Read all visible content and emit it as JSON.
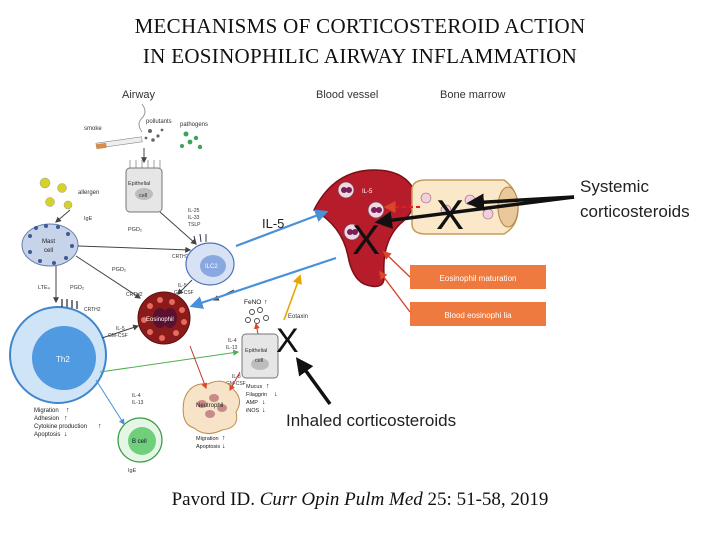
{
  "title": {
    "line1": "MECHANISMS OF CORTICOSTEROID ACTION",
    "line2": "IN EOSINOPHILIC AIRWAY INFLAMMATION"
  },
  "diagram": {
    "regions": {
      "airway": "Airway",
      "blood_vessel": "Blood vessel",
      "bone_marrow": "Bone marrow"
    },
    "triggers": {
      "smoke": "smoke",
      "pollutants": "pollutants",
      "pathogens": "pathogens",
      "allergen": "allergen"
    },
    "cells": {
      "epithelial_top": [
        "Epithelial",
        "cell"
      ],
      "mast": [
        "Mast",
        "cell"
      ],
      "ilc2": "ILC2",
      "eosinophil": "Eosinophil",
      "th2": "Th2",
      "epithelial_bottom": [
        "Epithelial",
        "cell"
      ],
      "neutrophil": "Neutrophil",
      "bcell": "B cell"
    },
    "mediators": {
      "ige": "IgE",
      "il25_group": [
        "IL-25",
        "IL-33",
        "TSLP"
      ],
      "pgd2_a": "PGD₂",
      "pgd2_b": "PGD₂",
      "pgd2_c": "PGD₂",
      "ltc4": "LTE₄",
      "crth2_a": "CRTH2",
      "crth2_b": "CRTH2",
      "crth2_c": "CRTH2",
      "il5_gmcsf_a": [
        "IL-5",
        "GM-CSF"
      ],
      "il5_gmcsf_b": [
        "IL-5",
        "GM-CSF"
      ],
      "il4_il13_a": [
        "IL-4",
        "IL-13"
      ],
      "il4_il13_b": [
        "IL-4",
        "IL-13"
      ],
      "il8_gmcsf": [
        "IL-8",
        "GM-CSF"
      ],
      "il5_main": "IL-5",
      "il5_vessel": "IL-5",
      "feno": "FeNO",
      "eotaxin": "Eotaxin",
      "ige_bottom": "IgE"
    },
    "th2_effects": [
      "Migration",
      "Adhesion",
      "Cytokine production",
      "Apoptosis"
    ],
    "epithelial_effects": [
      "Mucus",
      "Filaggrin",
      "AMP",
      "iNOS"
    ],
    "neutrophil_effects": [
      "Migration",
      "Apoptosis"
    ],
    "boxes": {
      "maturation": "Eosinophil maturation",
      "eosinophilia": "Blood eosinophi lia"
    },
    "systemic": [
      "Systemic",
      "corticosteroids"
    ],
    "inhaled": "Inhaled corticosteroids",
    "block_mark": "X",
    "colors": {
      "orange_box": "#ef7a3f",
      "vessel": "#b71c2a",
      "blue_arrow": "#4a90d9",
      "eotaxin": "#e8a400",
      "ilc2_fill": "#7fa0d9",
      "th2_fill": "#5fa7e6",
      "bcell_fill": "#6fcf7a"
    }
  },
  "citation": {
    "authors": "Pavord ID.",
    "journal": "Curr Opin Pulm Med",
    "details": "25: 51-58, 2019"
  }
}
